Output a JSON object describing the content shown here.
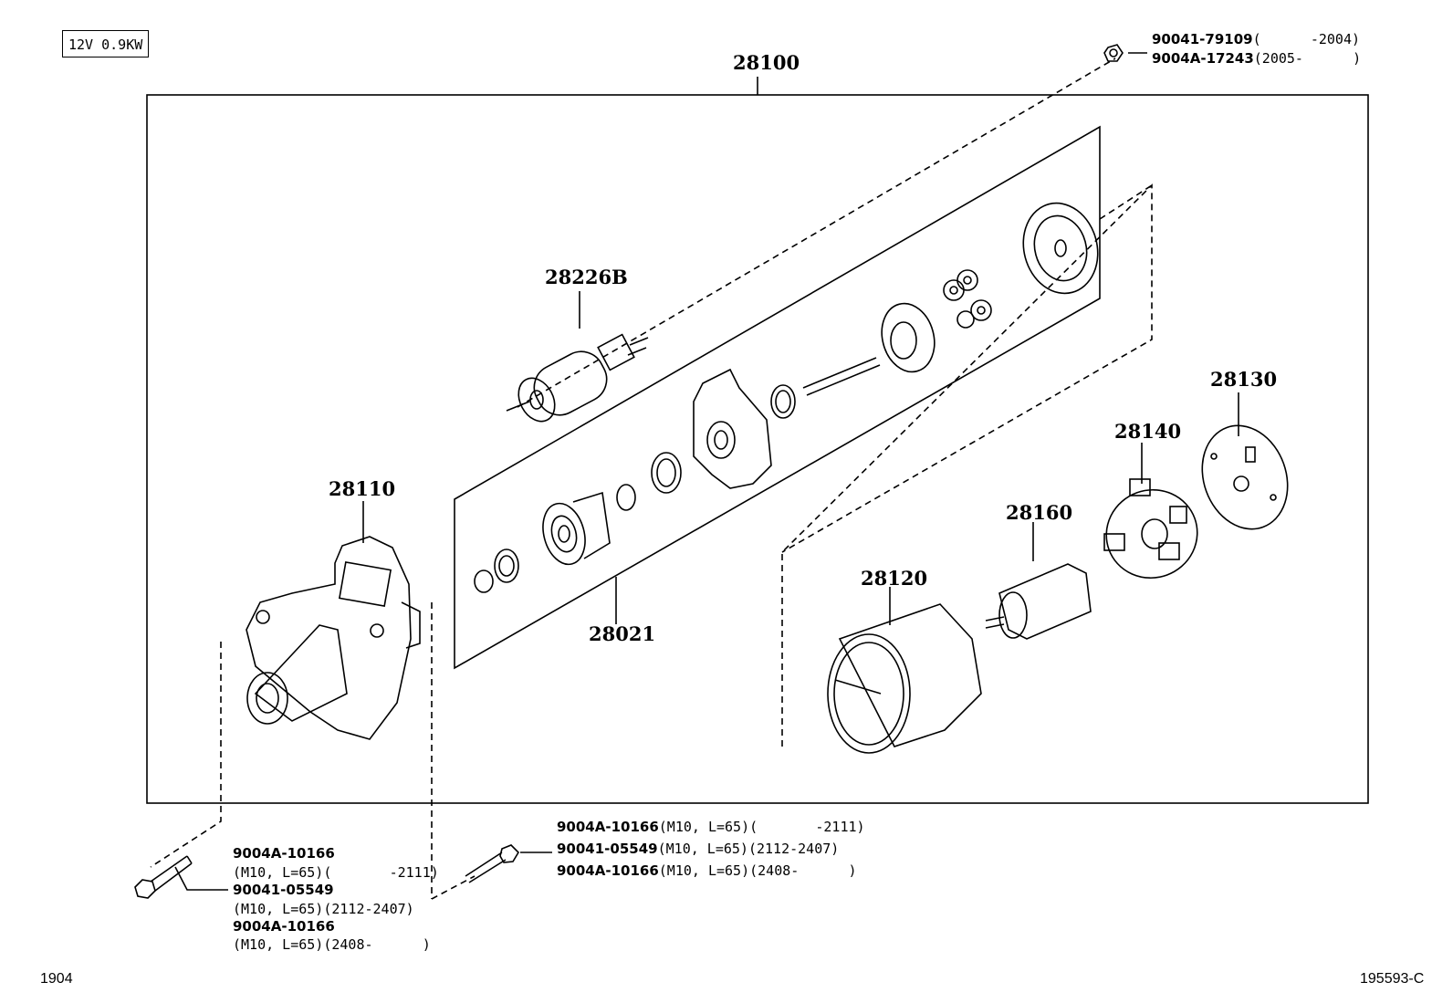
{
  "spec": "12V 0.9KW",
  "corner": {
    "left": "1904",
    "right": "195593-C"
  },
  "parts": {
    "assembly": "28100",
    "solenoid": "28226B",
    "drive_set": "28021",
    "housing": "28110",
    "yoke": "28120",
    "end_frame": "28130",
    "brush_holder": "28140",
    "armature": "28160"
  },
  "nut_refs": [
    {
      "code": "90041-79109",
      "range": "(      -2004)"
    },
    {
      "code": "9004A-17243",
      "range": "(2005-      )"
    }
  ],
  "bolt_left_refs": [
    {
      "code": "9004A-10166",
      "spec": "(M10, L=65)(       -2111)"
    },
    {
      "code": "90041-05549",
      "spec": "(M10, L=65)(2112-2407)"
    },
    {
      "code": "9004A-10166",
      "spec": "(M10, L=65)(2408-      )"
    }
  ],
  "bolt_mid_refs": [
    {
      "code": "9004A-10166",
      "spec": "(M10, L=65)(       -2111)"
    },
    {
      "code": "90041-05549",
      "spec": "(M10, L=65)(2112-2407)"
    },
    {
      "code": "9004A-10166",
      "spec": "(M10, L=65)(2408-      )"
    }
  ]
}
